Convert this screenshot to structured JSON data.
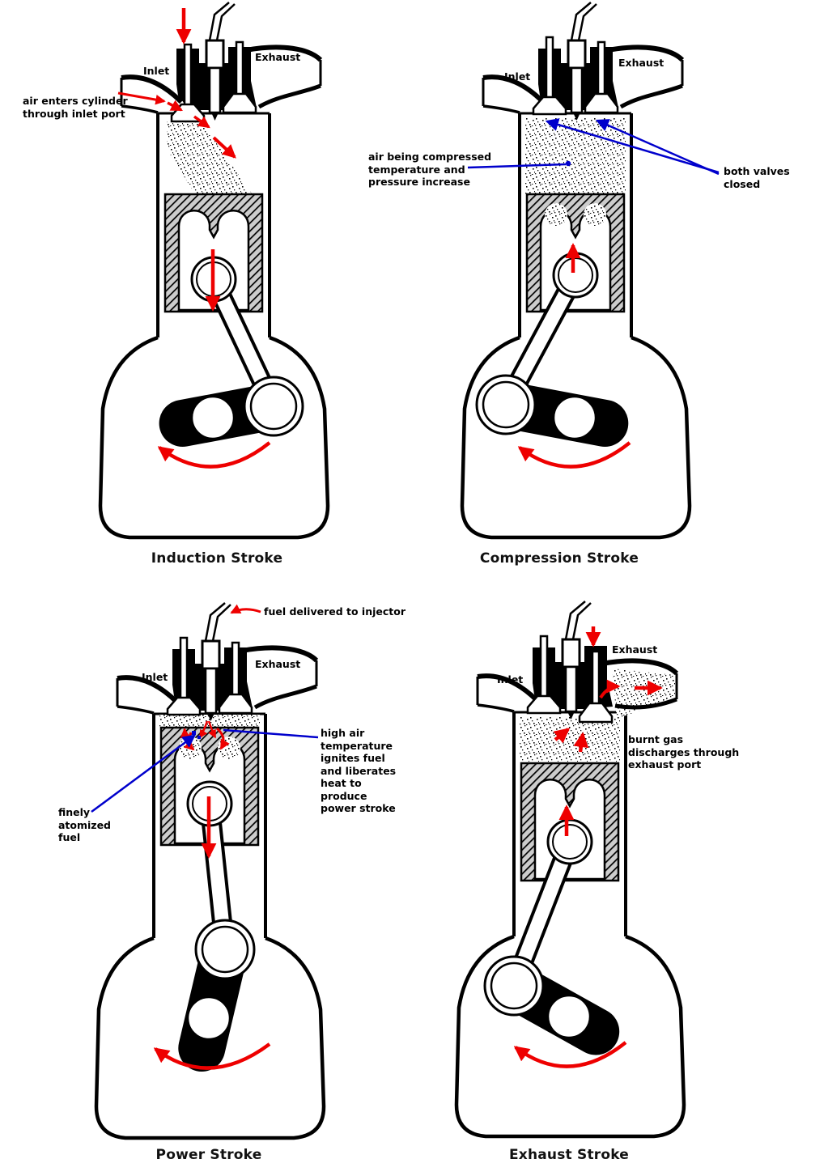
{
  "colors": {
    "red": "#ee0000",
    "blue": "#0000cc",
    "piston_gray": "#cccccc",
    "ink": "#000000"
  },
  "strokes": {
    "induction": {
      "caption": "Induction Stroke",
      "inlet": "Inlet",
      "exhaust": "Exhaust",
      "air_enters": "air enters cylinder\nthrough inlet port"
    },
    "compression": {
      "caption": "Compression  Stroke",
      "inlet": "Inlet",
      "exhaust": "Exhaust",
      "air_compressed": "air being compressed\ntemperature and\npressure increase",
      "both_valves": "both valves closed"
    },
    "power": {
      "caption": "Power Stroke",
      "inlet": "Inlet",
      "exhaust": "Exhaust",
      "fuel_delivered": "fuel delivered to injector",
      "high_air": "high air\ntemperature\nignites fuel\nand liberates\nheat to\nproduce\npower stroke",
      "finely_atomized": "finely\natomized\nfuel"
    },
    "exhaust_stroke": {
      "caption": "Exhaust Stroke",
      "inlet": "Inlet",
      "exhaust": "Exhaust",
      "burnt_gas": "burnt gas\ndischarges through\nexhaust port"
    }
  }
}
